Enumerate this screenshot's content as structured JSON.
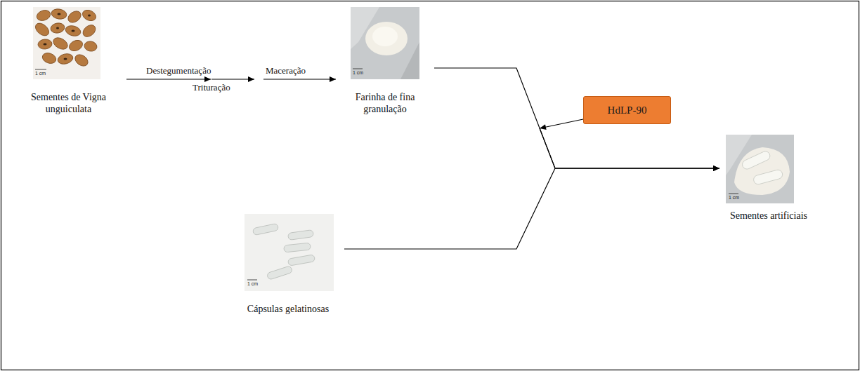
{
  "diagram": {
    "nodes": [
      {
        "text": [
          "Sementes de Vigna unguiculata"
        ]
      },
      {
        "text": [
          "Farinha de fina granulação"
        ]
      },
      {
        "text": [
          "HdLP-90"
        ]
      },
      {
        "text": [
          "Cápsulas gelatinosas"
        ]
      },
      {
        "text": [
          "Sementes artificiais"
        ]
      }
    ],
    "edges": [
      {
        "from": 0,
        "to": 1,
        "arrow": "to"
      },
      {
        "from": 1,
        "to": 4,
        "arrow": "to"
      },
      {
        "from": 2,
        "to": 4,
        "arrow": "to"
      },
      {
        "from": 3,
        "to": 4,
        "arrow": "to"
      }
    ],
    "labels": [
      "Destegumentação",
      "Trituração",
      "Maceração",
      "1 cm",
      "1 cm",
      "1 cm",
      "1 cm"
    ]
  }
}
